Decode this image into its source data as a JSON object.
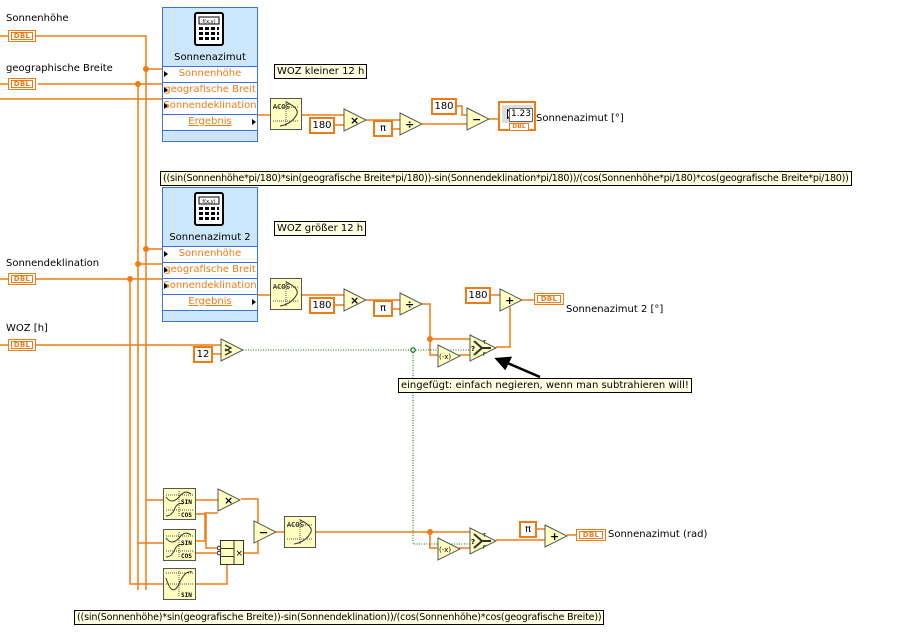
{
  "controls": {
    "sonnenhoehe": {
      "label": "Sonnenhöhe",
      "type": "DBL"
    },
    "geo_breite": {
      "label": "geographische Breite",
      "type": "DBL"
    },
    "sonnendeklination": {
      "label": "Sonnendeklination",
      "type": "DBL"
    },
    "woz": {
      "label": "WOZ [h]",
      "type": "DBL"
    }
  },
  "expression_nodes": [
    {
      "title": "Sonnenazimut",
      "inputs": [
        "Sonnenhöhe",
        "geografische Breit",
        "Sonnendeklination"
      ],
      "output": "Ergebnis"
    },
    {
      "title": "Sonnenazimut 2",
      "inputs": [
        "Sonnenhöhe",
        "geografische Breit",
        "Sonnendeklination"
      ],
      "output": "Ergebnis"
    }
  ],
  "comments": {
    "woz_kleiner": "WOZ kleiner 12 h",
    "woz_groesser": "WOZ größer 12 h",
    "formula_deg": "((sin(Sonnenhöhe*pi/180)*sin(geografische Breite*pi/180))-sin(Sonnendeklination*pi/180))/(cos(Sonnenhöhe*pi/180)*cos(geografische Breite*pi/180))",
    "negate_note": "eingefügt: einfach negieren, wenn man subtrahieren will!",
    "formula_rad": "((sin(Sonnenhöhe)*sin(geografische Breite))-sin(Sonnendeklination))/(cos(Sonnenhöhe)*cos(geografische Breite))"
  },
  "constants": {
    "c180_a": "180",
    "c180_b": "180",
    "c180_c": "180",
    "c180_d": "180",
    "c12": "12",
    "pi_symbol": "π"
  },
  "indicators": {
    "azimut_deg": {
      "label": "Sonnenazimut [°]",
      "display": "1.23",
      "type": "DBL"
    },
    "azimut2_deg": {
      "label": "Sonnenazimut 2 [°]",
      "type": "DBL"
    },
    "azimut_rad": {
      "label": "Sonnenazimut (rad)",
      "type": "DBL"
    }
  },
  "functions": {
    "acos": "ACOS",
    "sin": "SIN",
    "cos": "COS",
    "multiply": "×",
    "divide": "÷",
    "subtract": "−",
    "add": "+",
    "negate": "(-x)",
    "select_t": "T",
    "select_f": "F",
    "select_q": "?"
  },
  "colors": {
    "wire_double": "#f07b14",
    "wire_bool": "#007a00",
    "node_fill": "#ffffc0",
    "expr_node_bg": "#cce6fb",
    "expr_border": "#3b73d6",
    "comment_bg": "#ffffe1"
  }
}
